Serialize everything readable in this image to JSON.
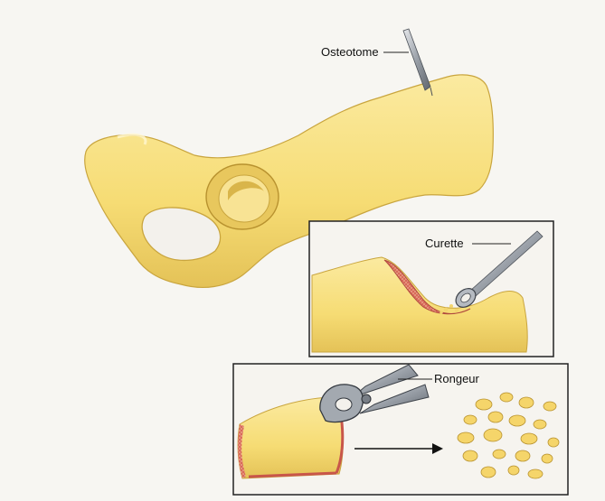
{
  "figure": {
    "labels": {
      "osteotome": "Osteotome",
      "curette": "Curette",
      "rongeur": "Rongeur"
    },
    "panels": [
      "main-pelvis-view",
      "curette-detail-panel",
      "rongeur-detail-panel"
    ],
    "icons": [
      "arrow-right-icon"
    ],
    "colors": {
      "bone_fill": "#f7df7a",
      "bone_shadow": "#dcb94a",
      "cancellous_red": "#c8564a",
      "panel_border": "#222222",
      "instrument_steel": "#9aa0a8"
    }
  }
}
